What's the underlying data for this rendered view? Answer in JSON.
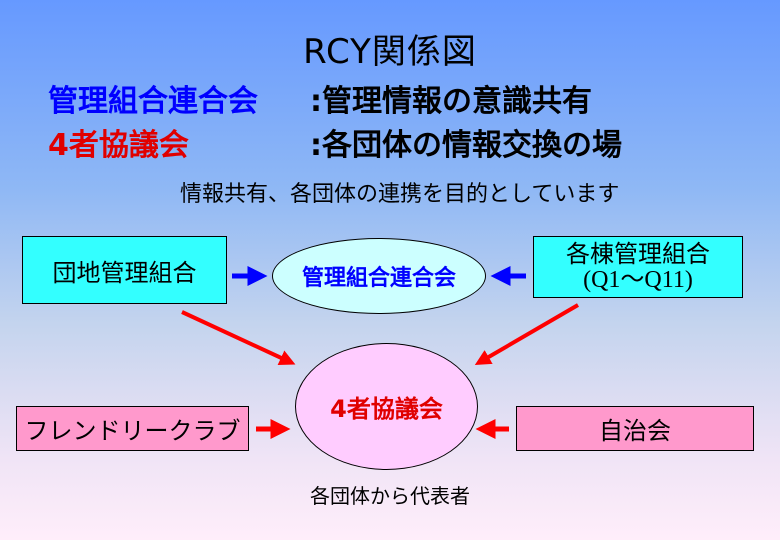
{
  "title": "RCY関係図",
  "definitions": [
    {
      "term": "管理組合連合会",
      "desc": ":管理情報の意識共有",
      "term_color": "#0000ff"
    },
    {
      "term": "4者協議会",
      "desc": ":各団体の情報交換の場",
      "term_color": "#e00000"
    }
  ],
  "subtitle": "情報共有、各団体の連携を目的としています",
  "nodes": {
    "danchi": {
      "label": "団地管理組合",
      "color": "#33ffff"
    },
    "federation": {
      "label": "管理組合連合会",
      "color": "#ccffff"
    },
    "building": {
      "label": "各棟管理組合",
      "sublabel": "(Q1～Q11)",
      "color": "#33ffff"
    },
    "council": {
      "label": "4者協議会",
      "color": "#ffccff"
    },
    "friendly": {
      "label": "フレンドリークラブ",
      "color": "#ff99cc"
    },
    "jichikai": {
      "label": "自治会",
      "color": "#ff99cc"
    }
  },
  "edges": [
    {
      "from": "danchi",
      "to": "federation",
      "color": "#0000ff"
    },
    {
      "from": "building",
      "to": "federation",
      "color": "#0000ff"
    },
    {
      "from": "danchi",
      "to": "council",
      "color": "#ff0000"
    },
    {
      "from": "building",
      "to": "council",
      "color": "#ff0000"
    },
    {
      "from": "friendly",
      "to": "council",
      "color": "#ff0000"
    },
    {
      "from": "jichikai",
      "to": "council",
      "color": "#ff0000"
    }
  ],
  "footer": "各団体から代表者"
}
